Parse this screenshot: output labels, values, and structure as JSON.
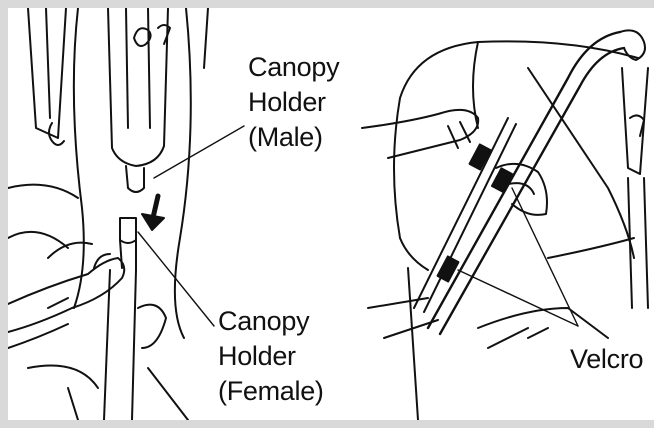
{
  "labels": {
    "male": [
      "Canopy",
      "Holder",
      "(Male)"
    ],
    "female": [
      "Canopy",
      "Holder",
      "(Female)"
    ],
    "velcro": "Velcro"
  },
  "colors": {
    "ink": "#111111",
    "paper": "#ffffff",
    "border": "#d9d9d9"
  }
}
